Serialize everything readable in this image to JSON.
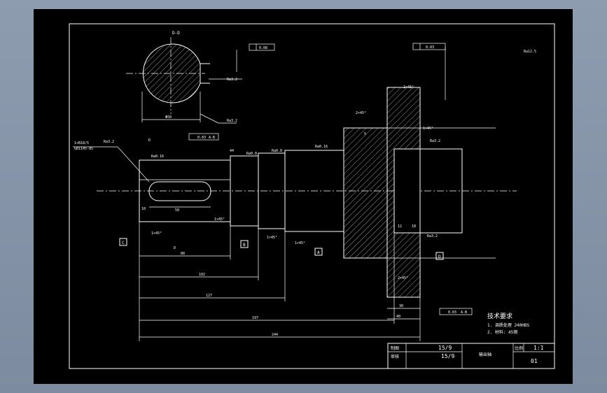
{
  "section": {
    "label": "D-D",
    "tol_frame": "0.08",
    "diameter": "Φ50",
    "roughness_1": "Ra3.2",
    "roughness_2": "Ra3.2"
  },
  "topright": {
    "coax_tol": "0.03",
    "ra_general": "Ra12.5"
  },
  "gdt": {
    "runout_1_value": "0.03",
    "runout_1_datum": "A-B",
    "runout_2_value": "0.03",
    "runout_2_datum": "A-B"
  },
  "shaft_labels": {
    "key_callout_1": "1×B18/5",
    "key_callout_2": "GB1145-85",
    "ra_1": "Ra3.2",
    "ra_2": "Ra0.16",
    "ra_3": "Ra0.8",
    "ra_4": "Ra0.8",
    "ra_5": "Ra0.16",
    "ra_6": "Ra3.2",
    "ra_7": "Ra3.2",
    "chamfer_1": "1×45°",
    "chamfer_2": "1×45°",
    "chamfer_3": "1×45°",
    "chamfer_4": "1×45°",
    "chamfer_5": "2×45°",
    "chamfer_6": "2×45°",
    "chamfer_7": "1×45°",
    "chamfer_8": "2×45°",
    "dim_key_length": "50",
    "dim_10": "10",
    "dim_80": "80",
    "dim_102": "102",
    "dim_127": "127",
    "dim_197": "197",
    "dim_244": "244",
    "dim_30": "30",
    "dim_40": "40",
    "dim_12": "12",
    "dim_18": "18",
    "dim_5": "5",
    "dim_44": "44",
    "section_mark_1": "D",
    "section_mark_2": "D",
    "datum_c": "C",
    "datum_b": "B",
    "datum_a": "A",
    "datum_d": "D"
  },
  "notes": {
    "title": "技术要求",
    "line_1": "1. 调质处理 240HBS",
    "line_2": "2. 材料: 45钢"
  },
  "title_block": {
    "row1_label": "制图",
    "row1_date": "15/9",
    "row2_label": "审核",
    "row2_date": "15/9",
    "part_name": "输出轴",
    "scale_label": "比例",
    "scale_value": "1:1",
    "drawing_no": "01"
  }
}
